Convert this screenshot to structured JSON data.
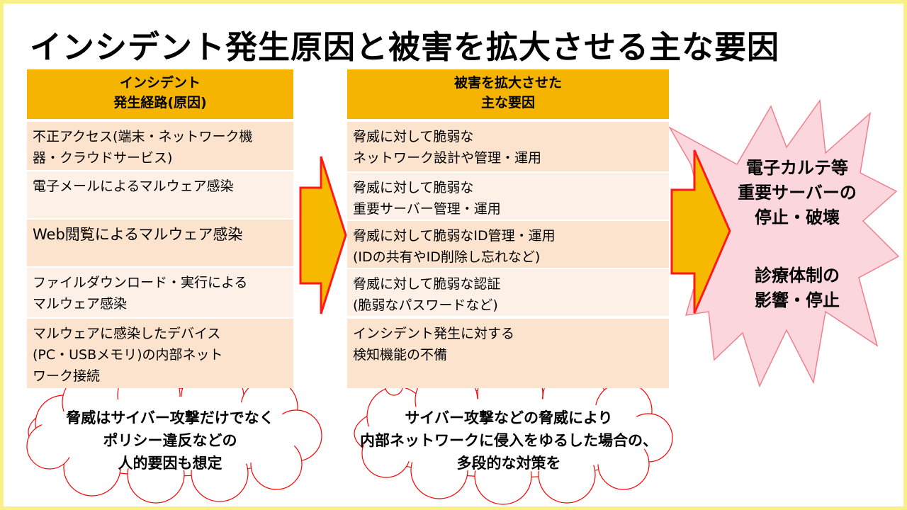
{
  "title": "インシデント発生原因と被害を拡大させる主な要因",
  "left_column": {
    "header": [
      "インシデント",
      "発生経路(原因)"
    ],
    "items": [
      [
        "不正アクセス(端末・ネットワーク機",
        "器・クラウドサービス)"
      ],
      [
        "電子メールによるマルウェア感染"
      ],
      [
        "Web閲覧によるマルウェア感染"
      ],
      [
        "ファイルダウンロード・実行による",
        "マルウェア感染"
      ],
      [
        "マルウェアに感染したデバイス",
        "(PC・USBメモリ)の内部ネット",
        "ワーク接続"
      ]
    ]
  },
  "middle_column": {
    "header": [
      "被害を拡大させた",
      "主な要因"
    ],
    "items": [
      [
        "脅威に対して脆弱な",
        "ネットワーク設計や管理・運用"
      ],
      [
        "脅威に対して脆弱な",
        "重要サーバー管理・運用"
      ],
      [
        "脅威に対して脆弱なID管理・運用",
        "(IDの共有やID削除し忘れなど)"
      ],
      [
        "脅威に対して脆弱な認証",
        "(脆弱なパスワードなど)"
      ],
      [
        "インシデント発生に対する",
        "検知機能の不備"
      ]
    ]
  },
  "result": {
    "lines_1": [
      "電子カルテ等",
      "重要サーバーの",
      "停止・破壊"
    ],
    "lines_2": [
      "診療体制の",
      "影響・停止"
    ]
  },
  "cloud_left": [
    "脅威はサイバー攻撃だけでなく",
    "ポリシー違反などの",
    "人的要因も想定"
  ],
  "cloud_right": [
    "サイバー攻撃などの脅威により",
    "内部ネットワークに侵入をゆるした場合の、",
    "多段的な対策を"
  ],
  "colors": {
    "header_bg": "#f5b400",
    "row_dark": "#fbe3cd",
    "row_light": "#fdf1e7",
    "arrow_fill": "#f7b800",
    "arrow_stroke": "#ff1a1a",
    "burst_fill": "#fbd7dd",
    "burst_stroke": "#f27f8c",
    "cloud_stroke": "#ff0000",
    "frame": "#f9f087"
  }
}
